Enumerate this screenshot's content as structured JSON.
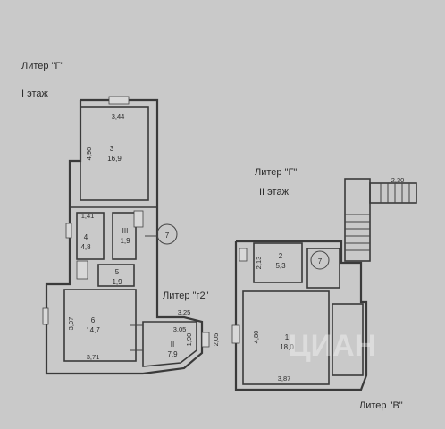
{
  "labels": {
    "liter_g_1": "Литер \"Г\"",
    "floor_1": "I этаж",
    "liter_g_2": "Литер \"Г\"",
    "floor_2": "II этаж",
    "liter_g2": "Литер \"г2\"",
    "liter_v": "Литер \"В\"",
    "watermark": "ЦИАН"
  },
  "floor1_rooms": [
    {
      "num": "3",
      "area": "16,9"
    },
    {
      "num": "4",
      "area": "4,8"
    },
    {
      "num": "III",
      "area": "1,9"
    },
    {
      "num": "5",
      "area": "1,9"
    },
    {
      "num": "6",
      "area": "14,7"
    },
    {
      "num": "II",
      "area": "7,9"
    }
  ],
  "floor1_dims": {
    "d_344": "3,44",
    "d_490": "4,90",
    "d_141": "1,41",
    "d_397": "3,97",
    "d_371": "3,71",
    "d_325": "3,25",
    "d_305": "3,05",
    "d_190": "1,90",
    "d_205": "2,05"
  },
  "floor2_rooms": [
    {
      "num": "2",
      "area": "5,3"
    },
    {
      "num": "1",
      "area": "18,0"
    }
  ],
  "floor2_dims": {
    "d_230": "2,30",
    "d_213": "2,13",
    "d_480": "4,80",
    "d_387": "3,87"
  },
  "markers": {
    "stair_marker_1": "7",
    "stair_marker_2": "7"
  },
  "colors": {
    "paper": "#c9c9c9",
    "lines": "#3a3a3a"
  }
}
